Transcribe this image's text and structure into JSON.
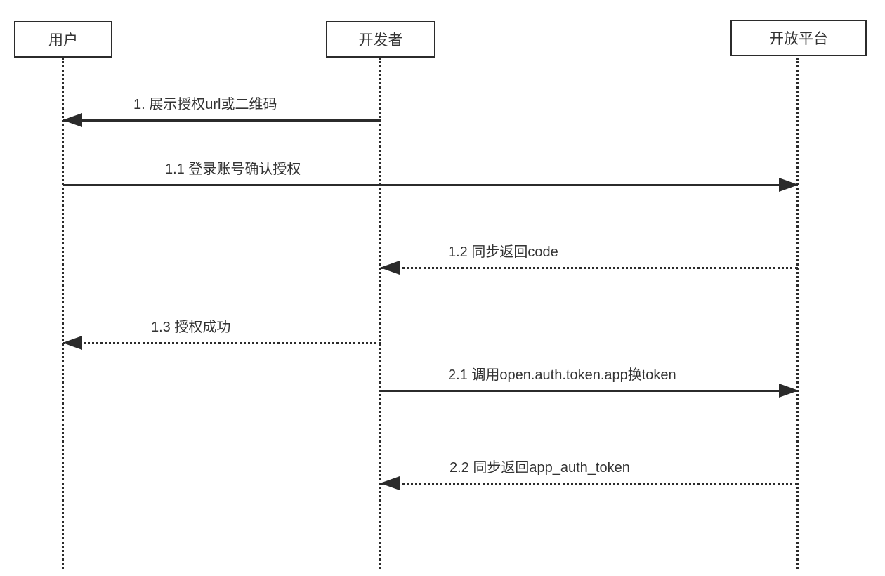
{
  "actors": [
    {
      "label": "用户"
    },
    {
      "label": "开发者"
    },
    {
      "label": "开放平台"
    }
  ],
  "messages": [
    {
      "label": "1. 展示授权url或二维码",
      "from": "开发者",
      "to": "用户",
      "line": "solid"
    },
    {
      "label": "1.1 登录账号确认授权",
      "from": "用户",
      "to": "开放平台",
      "line": "solid"
    },
    {
      "label": "1.2 同步返回code",
      "from": "开放平台",
      "to": "开发者",
      "line": "dotted"
    },
    {
      "label": "1.3 授权成功",
      "from": "开发者",
      "to": "用户",
      "line": "dotted"
    },
    {
      "label": "2.1 调用open.auth.token.app换token",
      "from": "开发者",
      "to": "开放平台",
      "line": "solid"
    },
    {
      "label": "2.2 同步返回app_auth_token",
      "from": "开放平台",
      "to": "开发者",
      "line": "dotted"
    }
  ],
  "colors": {
    "foreground": "#2b2b2b",
    "text": "#333333",
    "background": "#ffffff"
  }
}
